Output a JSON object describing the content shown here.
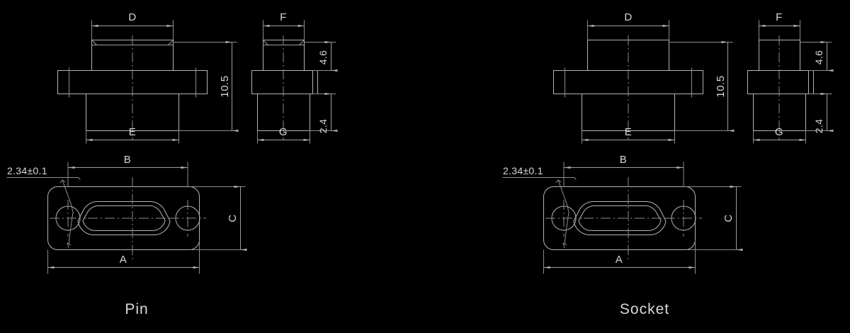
{
  "drawing": {
    "background_color": "#000000",
    "line_color": "#b4b4b4",
    "text_color": "#d8d8d8"
  },
  "views": [
    {
      "id": "pin",
      "caption": "Pin",
      "dimensions": {
        "top_width": "D",
        "bottom_width": "E",
        "side_top_width": "F",
        "side_bottom_width": "G",
        "overall_height": "10.5",
        "flange_to_top": "4.6",
        "flange_thickness": "2.4",
        "front_outer_width": "A",
        "front_hole_span": "B",
        "front_height": "C",
        "hole_note": "2.34±0.1"
      }
    },
    {
      "id": "socket",
      "caption": "Socket",
      "dimensions": {
        "top_width": "D",
        "bottom_width": "E",
        "side_top_width": "F",
        "side_bottom_width": "G",
        "overall_height": "10.5",
        "flange_to_top": "4.6",
        "flange_thickness": "2.4",
        "front_outer_width": "A",
        "front_hole_span": "B",
        "front_height": "C",
        "hole_note": "2.34±0.1"
      }
    }
  ],
  "labels": {
    "D": "D",
    "E": "E",
    "F": "F",
    "G": "G",
    "A": "A",
    "B": "B",
    "C": "C",
    "h_10_5": "10.5",
    "h_4_6": "4.6",
    "h_2_4": "2.4",
    "hole_tol": "2.34±0.1",
    "pin": "Pin",
    "socket": "Socket"
  }
}
